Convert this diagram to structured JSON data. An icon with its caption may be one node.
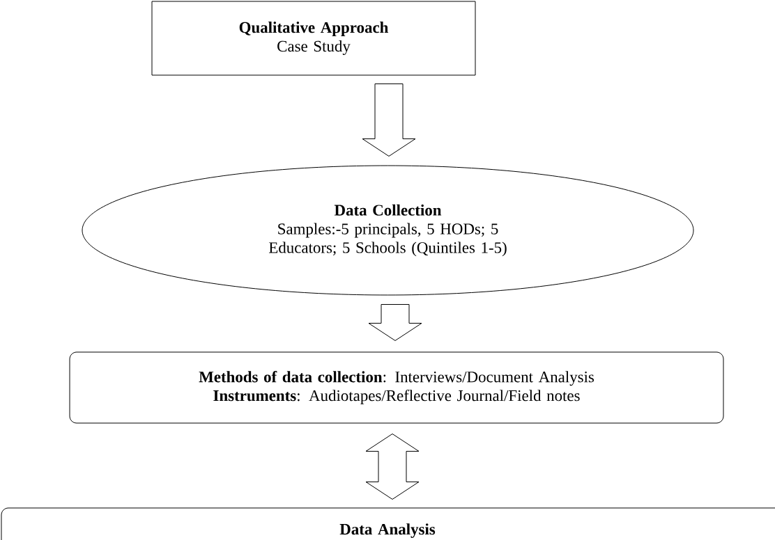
{
  "diagram": {
    "nodes": [
      {
        "text": [
          "Qualitative Approach",
          "Case Study"
        ]
      },
      {
        "text": [
          "Data Collection",
          "Samples:-5 principals, 5 HODs; 5 Educators; 5 Schools (Quintiles 1-5)"
        ]
      },
      {
        "text": [
          "**Methods of data collection**: Interviews/Document Analysis",
          "**Instruments**: Audiotapes/Reflective Journal/Field notes"
        ]
      },
      {
        "text": [
          "Data Analysis"
        ]
      }
    ],
    "edges": [
      {
        "from": 0,
        "to": 1,
        "arrow": "to"
      },
      {
        "from": 1,
        "to": 2,
        "arrow": "to"
      },
      {
        "from": 2,
        "to": 3,
        "arrow": "both"
      }
    ]
  }
}
